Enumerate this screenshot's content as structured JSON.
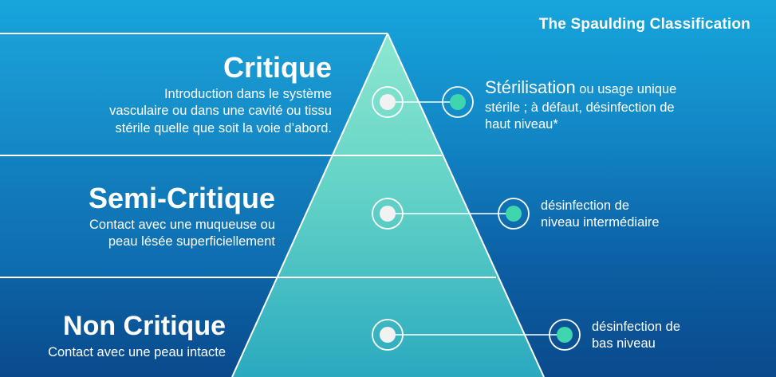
{
  "header": {
    "title": "The Spaulding Classification"
  },
  "tiers": [
    {
      "title": "Critique",
      "desc_lines": [
        "Introduction dans le système",
        "vasculaire ou dans une cavité ou tissu",
        "stérile quelle que soit la voie d’abord."
      ],
      "result_strong": "Stérilisation",
      "result_lines": [
        " ou usage unique",
        "stérile ; à défaut, désinfection de",
        "haut niveau*"
      ]
    },
    {
      "title": "Semi-Critique",
      "desc_lines": [
        "Contact avec une muqueuse ou",
        "peau lésée superficiellement"
      ],
      "result_lines": [
        "désinfection de",
        "niveau intermédiaire"
      ]
    },
    {
      "title": "Non Critique",
      "desc_lines": [
        "Contact avec une peau intacte"
      ],
      "result_lines": [
        "désinfection de",
        "bas niveau"
      ]
    }
  ],
  "colors": {
    "pyramid_top": "#8de8cf",
    "pyramid_bottom": "#2fb8c2",
    "dot_white": "#f2f2f2",
    "dot_teal": "#3fd6ad",
    "band_line": "#ffffff"
  }
}
